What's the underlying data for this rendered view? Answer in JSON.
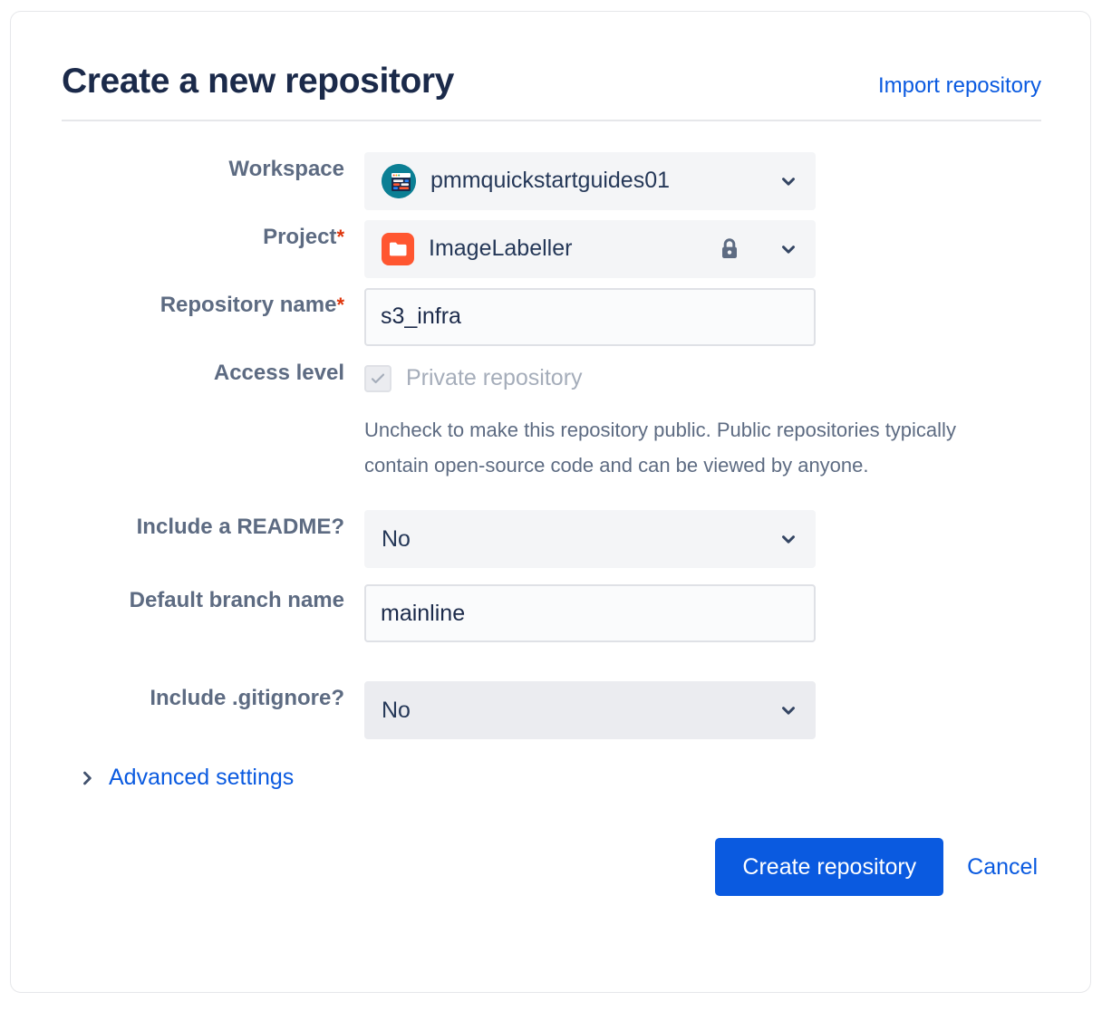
{
  "card": {
    "title": "Create a new repository",
    "import_link": "Import repository"
  },
  "fields": {
    "workspace": {
      "label": "Workspace",
      "value": "pmmquickstartguides01",
      "icon": "workspace-avatar-icon",
      "chevron": "chevron-down-icon"
    },
    "project": {
      "label": "Project",
      "required_mark": "*",
      "value": "ImageLabeller",
      "icon": "project-folder-icon",
      "lock_icon": "lock-icon",
      "chevron": "chevron-down-icon"
    },
    "repository_name": {
      "label": "Repository name",
      "required_mark": "*",
      "value": "s3_infra",
      "placeholder": ""
    },
    "access_level": {
      "label": "Access level",
      "checkbox_label": "Private repository",
      "checked": true,
      "disabled": true,
      "check_icon": "check-icon",
      "help_text": "Uncheck to make this repository public. Public repositories typically contain open-source code and can be viewed by anyone."
    },
    "include_readme": {
      "label": "Include a README?",
      "value": "No",
      "chevron": "chevron-down-icon"
    },
    "default_branch_name": {
      "label": "Default branch name",
      "value": "mainline",
      "placeholder": ""
    },
    "include_gitignore": {
      "label": "Include .gitignore?",
      "value": "No",
      "chevron": "chevron-down-icon"
    }
  },
  "advanced": {
    "chevron": "chevron-right-icon",
    "label": "Advanced settings"
  },
  "actions": {
    "primary": "Create repository",
    "cancel": "Cancel"
  },
  "colors": {
    "link_blue": "#0a5ae0",
    "primary_button": "#0a5ae0",
    "title_navy": "#1b2a4a",
    "label_grey": "#5d6b82",
    "required_red": "#de350b",
    "project_icon_red": "#ff5630",
    "workspace_icon_teal": "#0b7f94",
    "control_bg": "#f4f5f7",
    "control_bg_hover": "#ebecf0",
    "input_bg": "#fafbfc",
    "input_border": "#dfe1e6",
    "disabled_text": "#a5adba"
  }
}
